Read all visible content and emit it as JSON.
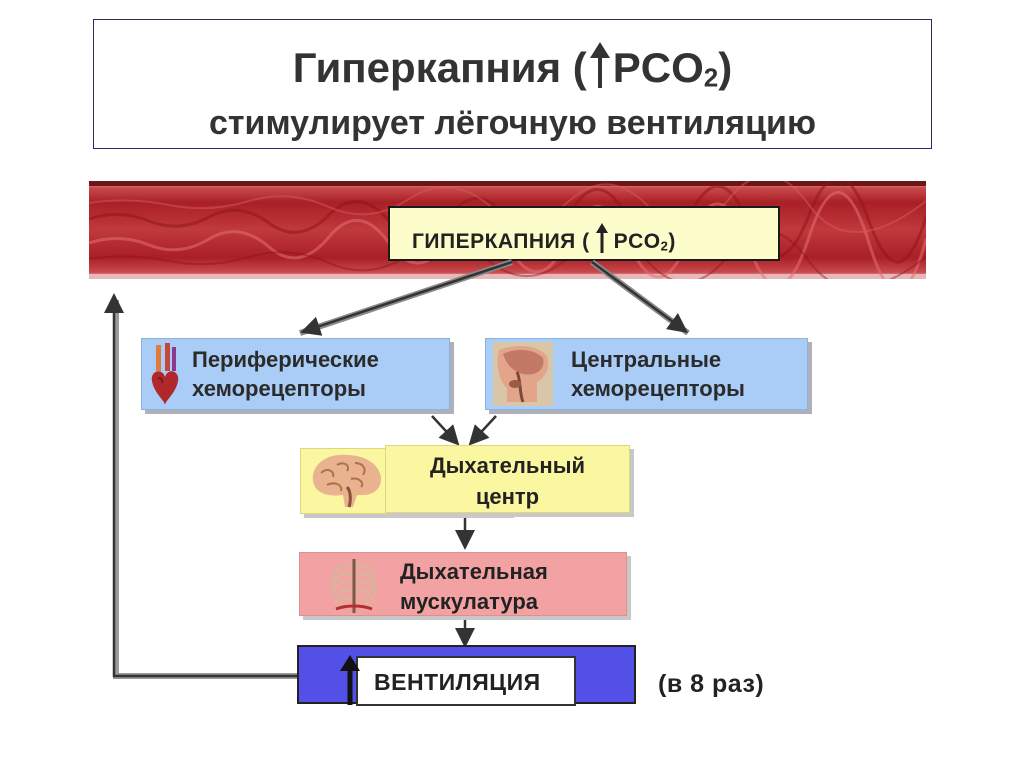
{
  "title": {
    "line1_prefix": "Гиперкапния  (",
    "line1_pco": "PCO",
    "line1_sub": "2",
    "line1_suffix": ")",
    "line2": "стимулирует лёгочную вентиляцию"
  },
  "diagram": {
    "hypercapnia": {
      "prefix": "ГИПЕРКАПНИЯ   (",
      "pco": "PCO",
      "sub": "2",
      "suffix": ")"
    },
    "peripheral": {
      "line1": "Периферические",
      "line2": "хеморецепторы"
    },
    "central": {
      "line1": "Центральные",
      "line2": "хеморецепторы"
    },
    "respiratory_center": {
      "line1": "Дыхательный",
      "line2": "центр"
    },
    "respiratory_muscles": {
      "line1": "Дыхательная",
      "line2": "мускулатура"
    },
    "ventilation": {
      "label": "ВЕНТИЛЯЦИЯ",
      "note": "(в 8 раз)"
    }
  },
  "icons": {
    "up_arrow": "up-arrow-icon",
    "heart": "heart-icon",
    "brain_section": "head-section-icon",
    "brain": "brain-icon",
    "ribcage": "ribcage-icon"
  },
  "colors": {
    "vessel": "#b8282c",
    "hyper_box": "#fdfccb",
    "chemo_box": "#a9cdf6",
    "center_box": "#fbf6a0",
    "muscle_box": "#f3a2a3",
    "ventilation_box": "#5250e6",
    "arrow": "#444444"
  }
}
